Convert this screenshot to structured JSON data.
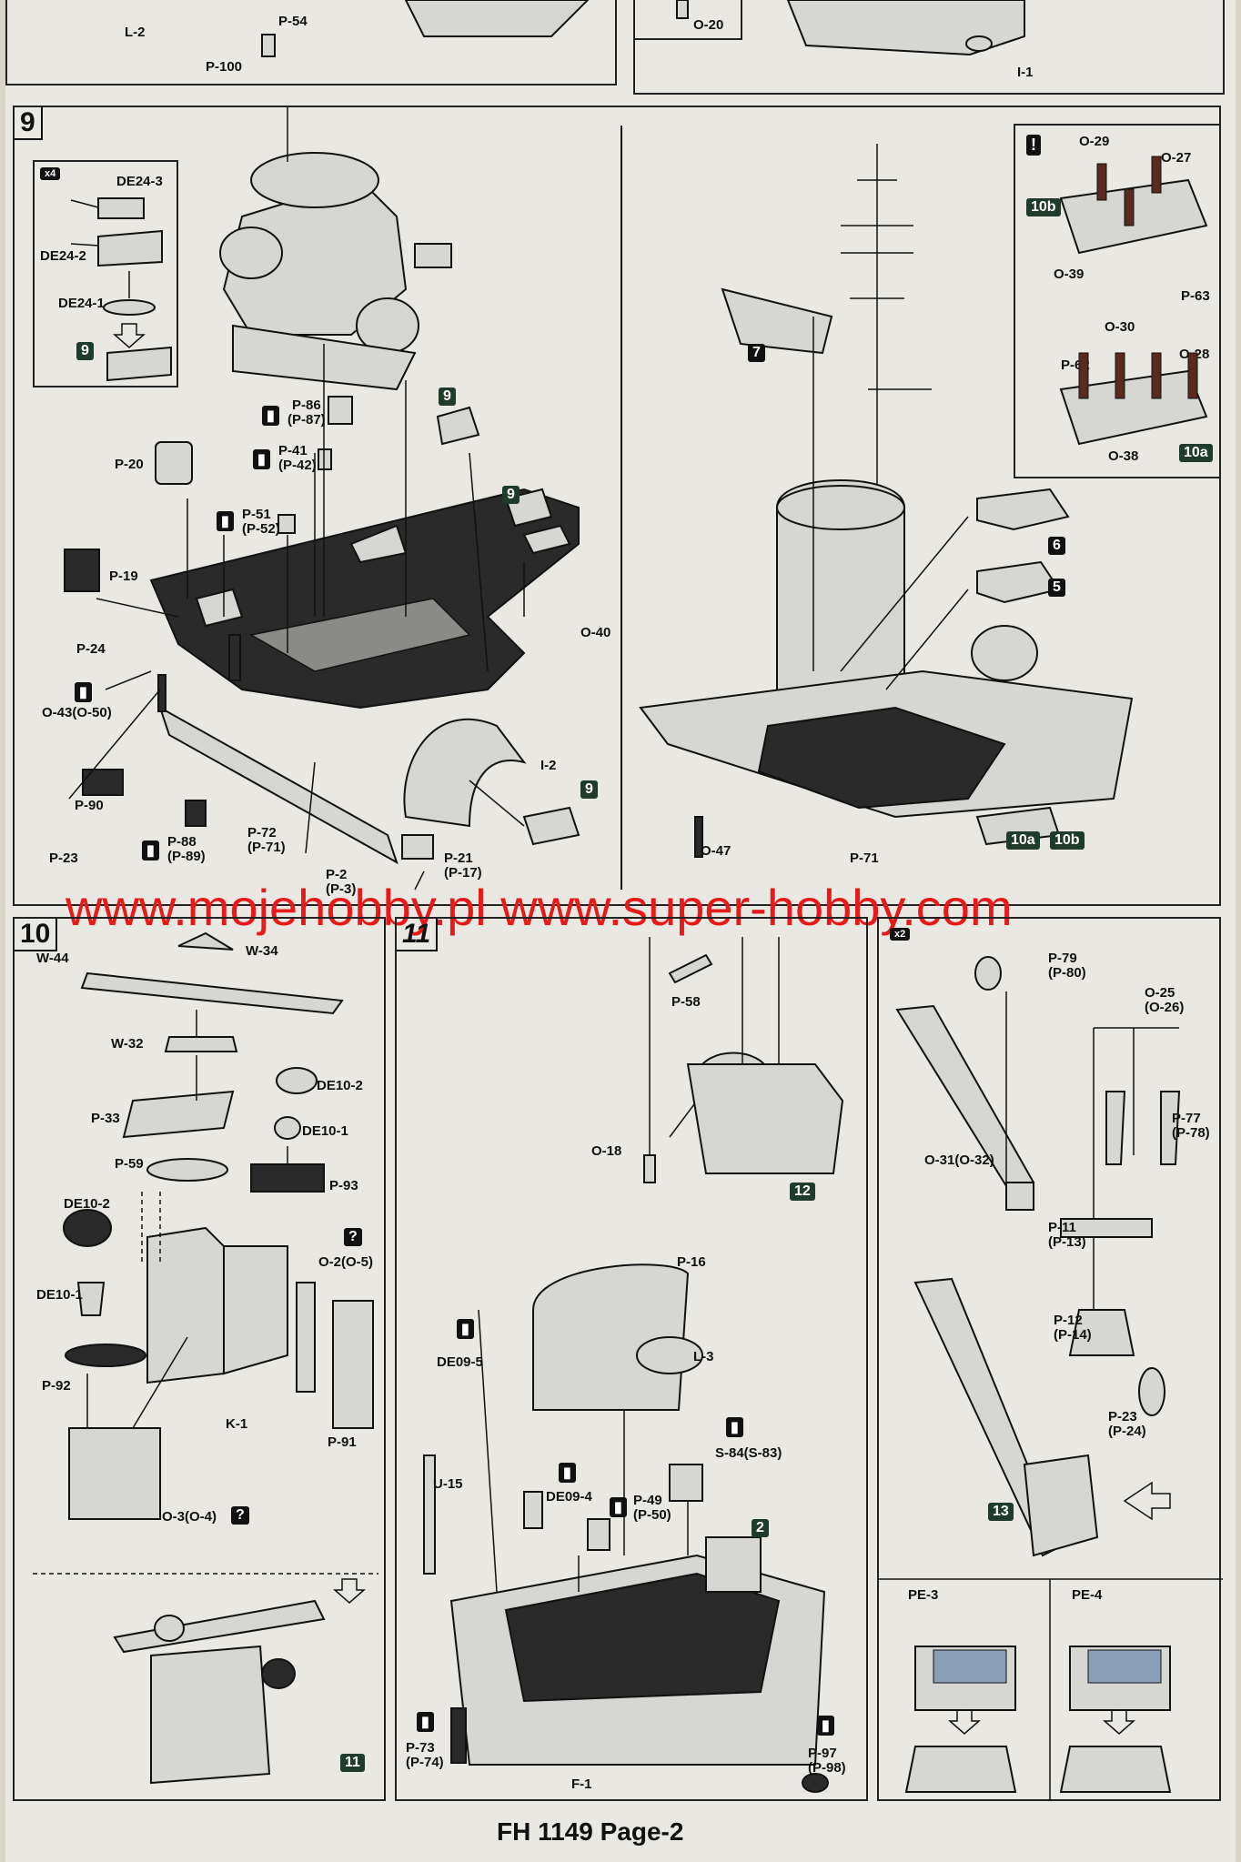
{
  "watermark": "www.mojehobby.pl www.super-hobby.com",
  "footer": "FH 1149  Page-2",
  "top_strip": {
    "labels": [
      "L-2",
      "P-54",
      "P-100",
      "O-20",
      "I-1"
    ]
  },
  "step9": {
    "number": "9",
    "inset": {
      "mult": "x4",
      "labels": [
        "DE24-3",
        "DE24-2",
        "DE24-1"
      ],
      "ref": "9"
    },
    "labels": {
      "p86": "P-86",
      "p87": "(P-87)",
      "p41": "P-41",
      "p42": "(P-42)",
      "p20": "P-20",
      "p51": "P-51",
      "p52": "(P-52)",
      "p19": "P-19",
      "p24": "P-24",
      "o43": "O-43(O-50)",
      "p90": "P-90",
      "p23": "P-23",
      "p88": "P-88",
      "p89": "(P-89)",
      "p72": "P-72",
      "p71": "(P-71)",
      "p2": "P-2",
      "p3": "(P-3)",
      "p21": "P-21",
      "p17": "(P-17)",
      "i2": "I-2",
      "o40": "O-40",
      "ref9a": "9",
      "ref9b": "9",
      "ref9c": "9"
    },
    "right": {
      "labels": {
        "r7": "7",
        "r6": "6",
        "r5": "5",
        "o47": "O-47",
        "p71": "P-71",
        "r10a": "10a",
        "r10b": "10b"
      },
      "inset": {
        "warn": "!",
        "labels": [
          "O-29",
          "O-27",
          "10b",
          "O-39",
          "P-63",
          "O-30",
          "O-28",
          "P-62",
          "O-38",
          "10a"
        ]
      }
    }
  },
  "step10": {
    "number": "10",
    "labels": {
      "w44": "W-44",
      "w34": "W-34",
      "w32": "W-32",
      "de102a": "DE10-2",
      "de101a": "DE10-1",
      "p33": "P-33",
      "p59": "P-59",
      "p93": "P-93",
      "de102b": "DE10-2",
      "de101b": "DE10-1",
      "o2": "O-2(O-5)",
      "p92": "P-92",
      "k1": "K-1",
      "p91": "P-91",
      "o3": "O-3(O-4)",
      "ref11": "11",
      "q": "?"
    }
  },
  "step11": {
    "number": "11",
    "labels": {
      "p58": "P-58",
      "o18": "O-18",
      "p16": "P-16",
      "l3": "L-3",
      "de095": "DE09-5",
      "s84": "S-84(S-83)",
      "u15": "U-15",
      "de094": "DE09-4",
      "p49": "P-49",
      "p50": "(P-50)",
      "ref2": "2",
      "ref12": "12",
      "p73": "P-73",
      "p74": "(P-74)",
      "f1": "F-1",
      "p97": "P-97",
      "p98": "(P-98)"
    }
  },
  "step12": {
    "mult": "x2",
    "labels": {
      "p79": "P-79",
      "p80": "(P-80)",
      "o25": "O-25",
      "o26": "(O-26)",
      "p77": "P-77",
      "p78": "(P-78)",
      "o31": "O-31(O-32)",
      "p11": "P-11",
      "p13": "(P-13)",
      "p12": "P-12",
      "p14": "(P-14)",
      "p23": "P-23",
      "p24": "(P-24)",
      "ref13": "13"
    },
    "pe": [
      "PE-3",
      "PE-4"
    ]
  }
}
